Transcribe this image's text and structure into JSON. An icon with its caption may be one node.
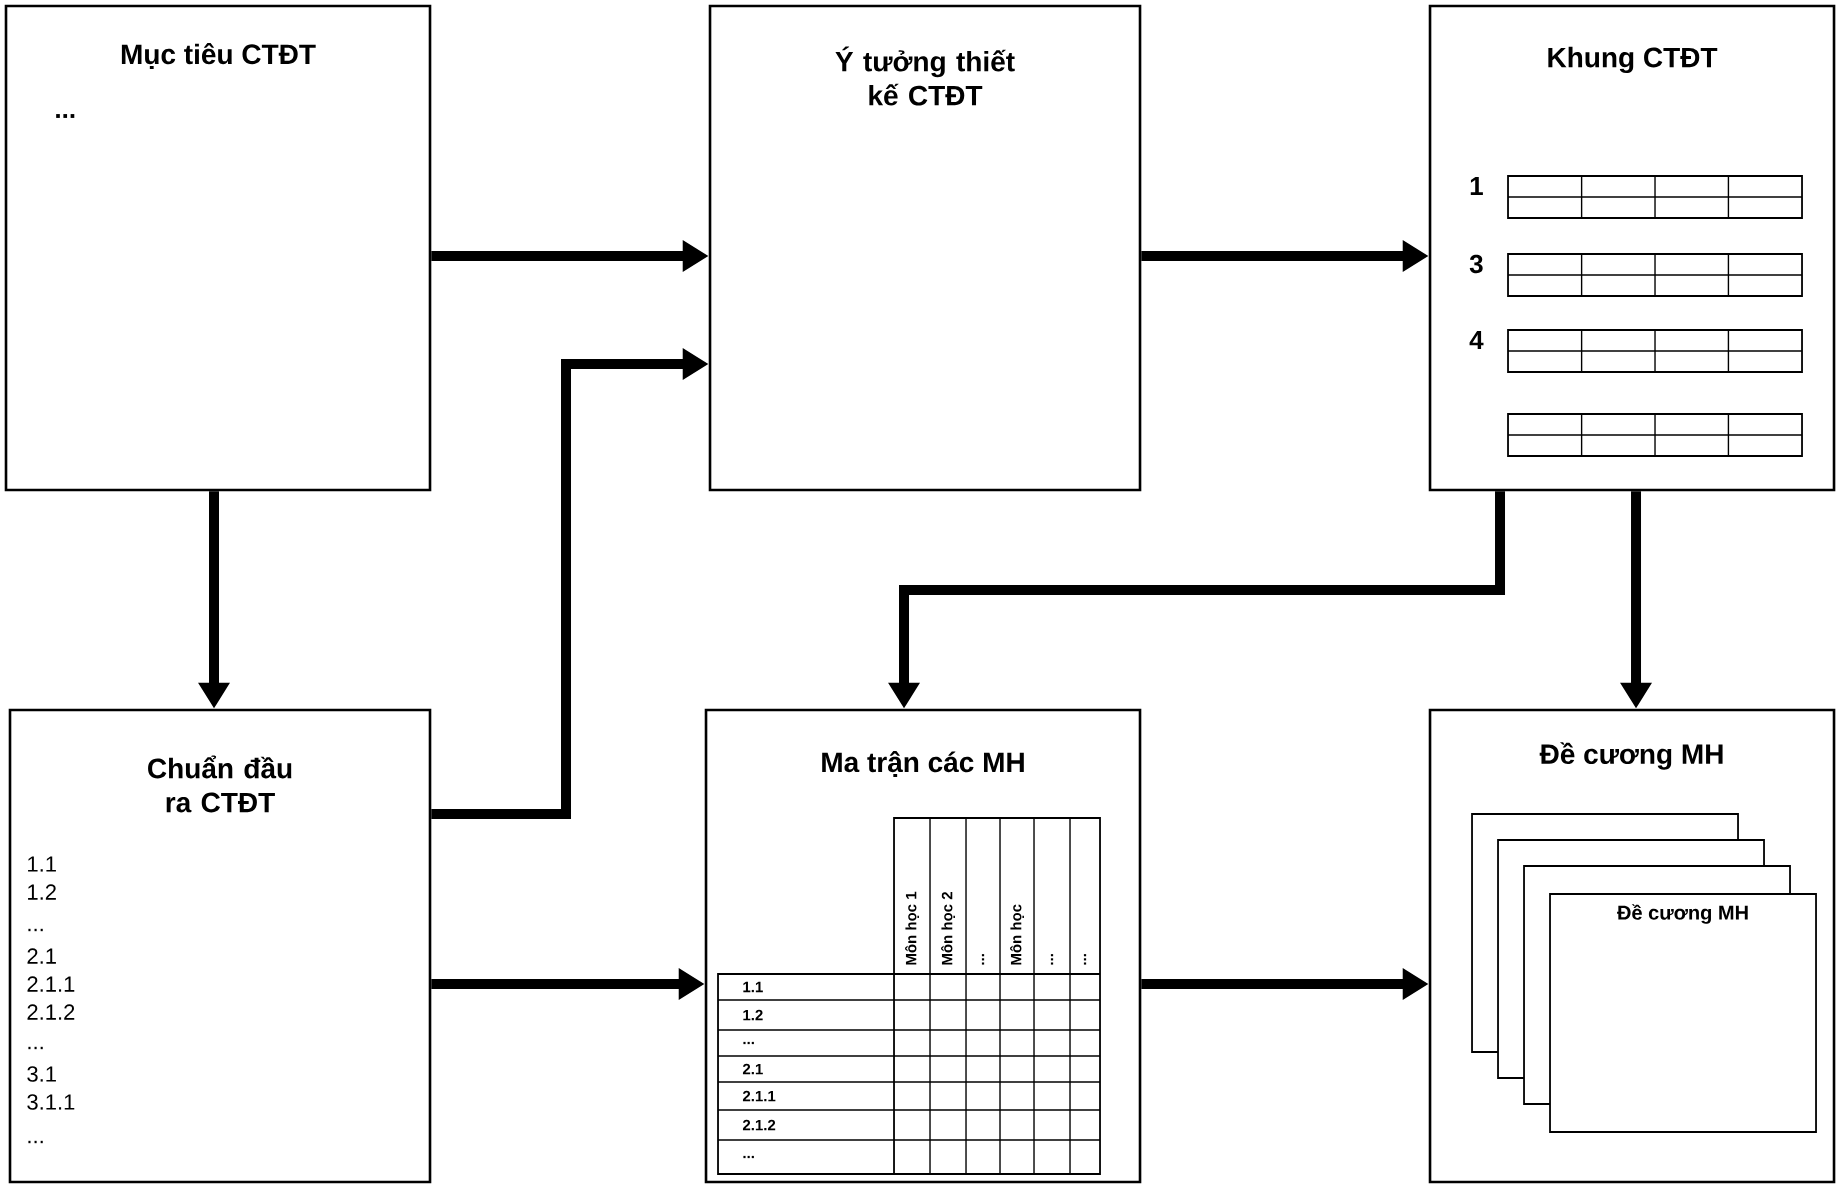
{
  "diagram": {
    "nodes": [
      {
        "text": [
          "Mục tiêu CTĐT",
          "..."
        ]
      },
      {
        "text": [
          "Ý tưởng thiết kế CTĐT"
        ]
      },
      {
        "text": [
          "Khung CTĐT",
          "1",
          "3",
          "4"
        ]
      },
      {
        "text": [
          "Chuẩn đầu ra CTĐT",
          "1.1",
          "1.2",
          "...",
          "2.1",
          "2.1.1",
          "2.1.2",
          "...",
          "3.1",
          "3.1.1",
          "..."
        ]
      },
      {
        "text": [
          "Ma trận các MH",
          "Môn học 1",
          "Môn học 2",
          "...",
          "Môn học",
          "...",
          "...",
          "1.1",
          "1.2",
          "...",
          "2.1",
          "2.1.1",
          "2.1.2",
          "..."
        ]
      },
      {
        "text": [
          "Đề cương MH"
        ]
      },
      {
        "text": [
          "Đề cương MH"
        ],
        "in": 5
      }
    ],
    "edges": [
      {
        "from": 0,
        "to": 1,
        "arrow": "to"
      },
      {
        "from": 3,
        "to": 1,
        "arrow": "to"
      },
      {
        "from": 1,
        "to": 2,
        "arrow": "to"
      },
      {
        "from": 0,
        "to": 3,
        "arrow": "to"
      },
      {
        "from": 2,
        "to": 4,
        "arrow": "to"
      },
      {
        "from": 2,
        "to": 5,
        "arrow": "to"
      },
      {
        "from": 3,
        "to": 4,
        "arrow": "to"
      },
      {
        "from": 4,
        "to": 5,
        "arrow": "to"
      }
    ]
  }
}
